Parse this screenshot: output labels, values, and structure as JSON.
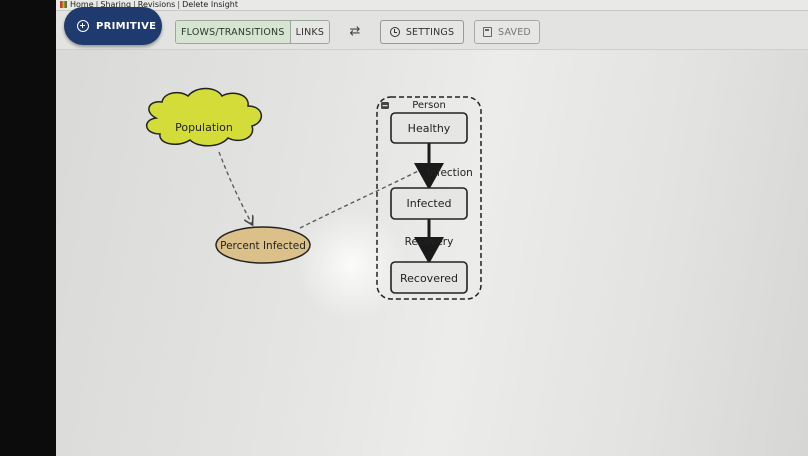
{
  "topbar": {
    "links": [
      "Home",
      "Sharing",
      "Revisions",
      "Delete Insight"
    ],
    "separator": "|"
  },
  "toolbar": {
    "primitive_label": "PRIMITIVE",
    "flows_label": "FLOWS/TRANSITIONS",
    "links_label": "LINKS",
    "settings_label": "SETTINGS",
    "saved_label": "SAVED"
  },
  "diagram": {
    "population_label": "Population",
    "percent_infected_label": "Percent Infected",
    "agent_label": "Person",
    "states": {
      "healthy": "Healthy",
      "infected": "Infected",
      "recovered": "Recovered"
    },
    "transitions": {
      "infection": "Infection",
      "recovery": "Recovery"
    }
  },
  "colors": {
    "primitive_button": "#1f3a6e",
    "population_fill": "#d4dc3a",
    "percent_fill": "#dcc08a",
    "active_segment": "#d6e4d2"
  },
  "icons": [
    "plus-icon",
    "swap-icon",
    "clock-icon",
    "floppy-disk-icon",
    "collapse-icon"
  ]
}
